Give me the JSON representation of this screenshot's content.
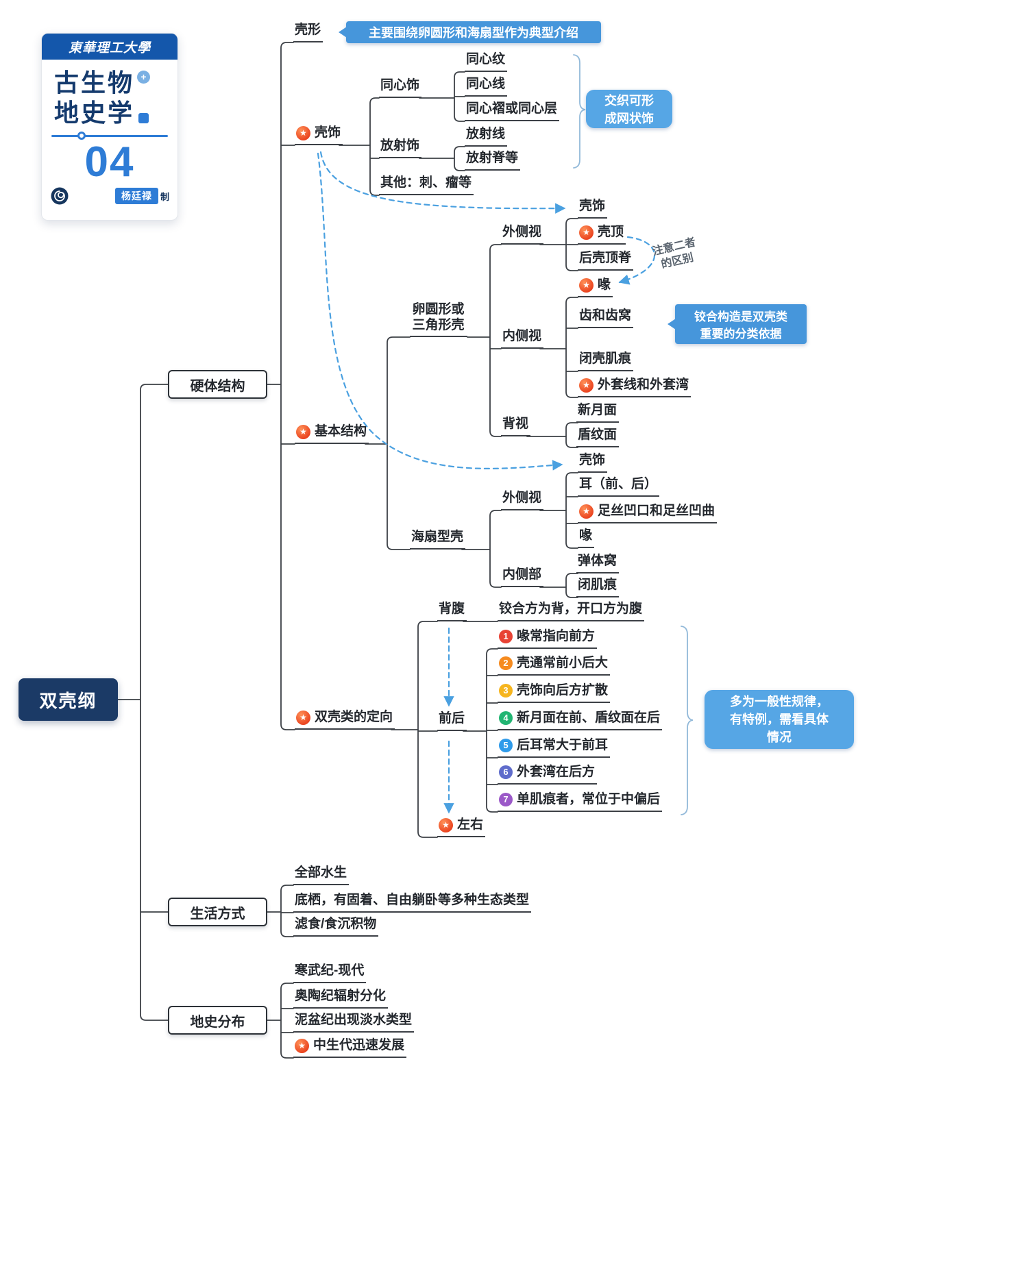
{
  "logo": {
    "university": "東華理工大學",
    "title_line1": "古生物",
    "title_line2": "地史学",
    "plus_badge": "+",
    "issue_number": "04",
    "author": "杨廷禄",
    "author_suffix": "制"
  },
  "icons": {
    "star": "★"
  },
  "root": {
    "label": "双壳纲"
  },
  "branches": {
    "hard": "硬体结构",
    "life": "生活方式",
    "geo": "地史分布"
  },
  "hard": {
    "shell_shape": {
      "label": "壳形",
      "callout": "主要围绕卵圆形和海扇型作为典型介绍"
    },
    "ornament": {
      "label": "壳饰",
      "concentric": {
        "label": "同心饰",
        "items": [
          "同心纹",
          "同心线",
          "同心褶或同心层"
        ]
      },
      "radial": {
        "label": "放射饰",
        "items": [
          "放射线",
          "放射脊等"
        ]
      },
      "other": "其他：刺、瘤等",
      "callout": "交织可形成网状饰"
    },
    "basic": {
      "label": "基本结构",
      "oval": {
        "label": "卵圆形或三角形壳",
        "outer": {
          "label": "外侧视",
          "items": [
            "壳饰",
            "壳顶",
            "后壳顶脊"
          ]
        },
        "note": "注意二者的区别",
        "inner": {
          "label": "内侧视",
          "items": [
            "喙",
            "齿和齿窝",
            "闭壳肌痕",
            "外套线和外套湾"
          ]
        },
        "hinge_callout": "铰合构造是双壳类重要的分类依据",
        "dorsal": {
          "label": "背视",
          "items": [
            "新月面",
            "盾纹面"
          ]
        }
      },
      "scallop": {
        "label": "海扇型壳",
        "outer": {
          "label": "外侧视",
          "items": [
            "壳饰",
            "耳（前、后）",
            "足丝凹口和足丝凹曲",
            "喙"
          ]
        },
        "inner": {
          "label": "内侧部",
          "items": [
            "弹体窝",
            "闭肌痕"
          ]
        }
      }
    },
    "orientation": {
      "label": "双壳类的定向",
      "dorso_ventral": {
        "label": "背腹",
        "rule": "铰合方为背，开口方为腹"
      },
      "antero_posterior": {
        "label": "前后",
        "rules": [
          {
            "num": "1",
            "label": "喙常指向前方"
          },
          {
            "num": "2",
            "label": "壳通常前小后大"
          },
          {
            "num": "3",
            "label": "壳饰向后方扩散"
          },
          {
            "num": "4",
            "label": "新月面在前、盾纹面在后"
          },
          {
            "num": "5",
            "label": "后耳常大于前耳"
          },
          {
            "num": "6",
            "label": "外套湾在后方"
          },
          {
            "num": "7",
            "label": "单肌痕者，常位于中偏后"
          }
        ]
      },
      "left_right": {
        "label": "左右"
      },
      "callout": "多为一般性规律，有特例，需看具体情况"
    }
  },
  "life": {
    "items": [
      "全部水生",
      "底栖，有固着、自由躺卧等多种生态类型",
      "滤食/食沉积物"
    ]
  },
  "geo": {
    "items": [
      "寒武纪-现代",
      "奥陶纪辐射分化",
      "泥盆纪出现淡水类型",
      "中生代迅速发展"
    ]
  },
  "colors": {
    "accent_blue": "#4696db",
    "light_blue_callout": "#56a6e5",
    "root_bg": "#1b3a66",
    "star_red": "#ea4420",
    "line": "#3c4046",
    "dashed_blue": "#4aa0e0"
  }
}
